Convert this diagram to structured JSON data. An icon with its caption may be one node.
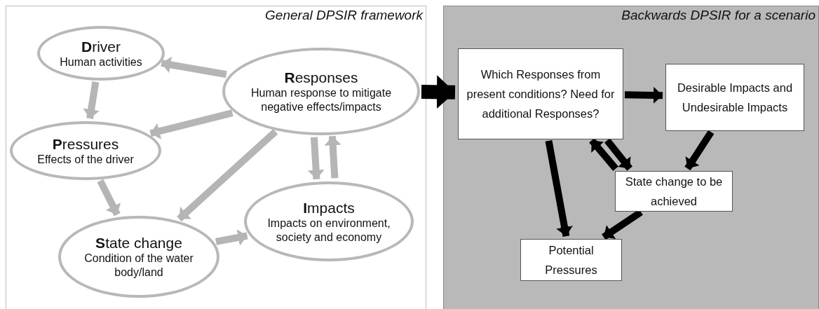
{
  "diagram": {
    "nodes": [
      {
        "text": [
          "General DPSIR framework"
        ]
      },
      {
        "text": [
          "**D**river",
          "Human activities"
        ],
        "in": 0
      },
      {
        "text": [
          "**R**esponses",
          "Human response to mitigate negative effects/impacts"
        ],
        "in": 0
      },
      {
        "text": [
          "**P**ressures",
          "Effects of the driver"
        ],
        "in": 0
      },
      {
        "text": [
          "**I**mpacts",
          "Impacts on environment, society and economy"
        ],
        "in": 0
      },
      {
        "text": [
          "**S**tate change",
          "Condition of the water body/land"
        ],
        "in": 0
      },
      {
        "text": [
          "Backwards DPSIR for a scenario"
        ]
      },
      {
        "text": [
          "Which Responses from present conditions? Need for additional Responses?"
        ],
        "in": 6
      },
      {
        "text": [
          "Desirable Impacts and Undesirable Impacts"
        ],
        "in": 6
      },
      {
        "text": [
          "State change to be achieved"
        ],
        "in": 6
      },
      {
        "text": [
          "Potential Pressures"
        ],
        "in": 6
      }
    ],
    "edges": [
      {
        "from": 1,
        "to": 3,
        "arrow": "to"
      },
      {
        "from": 3,
        "to": 5,
        "arrow": "to"
      },
      {
        "from": 5,
        "to": 4,
        "arrow": "to"
      },
      {
        "from": 4,
        "to": 2,
        "arrow": "to"
      },
      {
        "from": 2,
        "to": 4,
        "arrow": "to"
      },
      {
        "from": 2,
        "to": 1,
        "arrow": "to"
      },
      {
        "from": 2,
        "to": 3,
        "arrow": "to"
      },
      {
        "from": 2,
        "to": 5,
        "arrow": "to"
      },
      {
        "from": 2,
        "to": 7,
        "arrow": "to",
        "style": "thick",
        "color": "#000000"
      },
      {
        "from": 7,
        "to": 8,
        "arrow": "to",
        "color": "#000000"
      },
      {
        "from": 7,
        "to": 9,
        "arrow": "to",
        "color": "#000000"
      },
      {
        "from": 9,
        "to": 7,
        "arrow": "to",
        "color": "#000000"
      },
      {
        "from": 8,
        "to": 9,
        "arrow": "to",
        "color": "#000000"
      },
      {
        "from": 9,
        "to": 10,
        "arrow": "to",
        "color": "#000000"
      },
      {
        "from": 7,
        "to": 10,
        "arrow": "to",
        "color": "#000000"
      }
    ]
  }
}
